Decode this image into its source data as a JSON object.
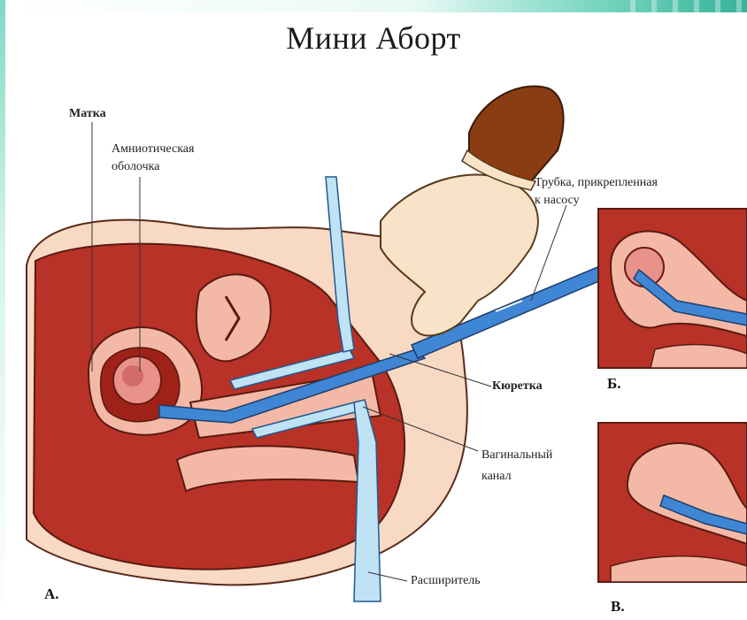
{
  "title": "Мини Аборт",
  "labels": {
    "uterus": "Матка",
    "amniotic_line1": "Амниотическая",
    "amniotic_line2": "оболочка",
    "tube_line1": "Трубка, прикрепленная",
    "tube_line2": "к насосу",
    "curette": "Кюретка",
    "vaginal_line1": "Вагинальный",
    "vaginal_line2": "канал",
    "dilator": "Расширитель"
  },
  "panels": {
    "a": "А.",
    "b": "Б.",
    "v": "В."
  },
  "colors": {
    "tissue_dark": "#b83227",
    "tissue_light": "#f3b9a6",
    "skin": "#f7d9c4",
    "instrument_blue": "#3f86d4",
    "dilator_blue": "#bfe3f5",
    "glove_cuff": "#8a3d12",
    "hand": "#f8e3c8"
  }
}
